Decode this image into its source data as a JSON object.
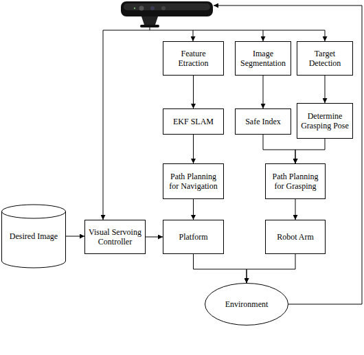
{
  "diagram": {
    "nodes": [
      {
        "text": [
          "Feature Etraction"
        ]
      },
      {
        "text": [
          "Image Segmentation"
        ]
      },
      {
        "text": [
          "Target Detection"
        ]
      },
      {
        "text": [
          "EKF SLAM"
        ]
      },
      {
        "text": [
          "Safe Index"
        ]
      },
      {
        "text": [
          "Determine Grasping Pose"
        ]
      },
      {
        "text": [
          "Path Planning for Navigation"
        ]
      },
      {
        "text": [
          "Path Planning for Grasping"
        ]
      },
      {
        "text": [
          "Desired Image"
        ]
      },
      {
        "text": [
          "Visual Servoing Controller"
        ]
      },
      {
        "text": [
          "Platform"
        ]
      },
      {
        "text": [
          "Robot Arm"
        ]
      },
      {
        "text": [
          "Environment"
        ]
      }
    ],
    "edges": [
      {
        "from": 0,
        "to": 3,
        "arrow": "to"
      },
      {
        "from": 3,
        "to": 6,
        "arrow": "to"
      },
      {
        "from": 6,
        "to": 10,
        "arrow": "to"
      },
      {
        "from": 1,
        "to": 4,
        "arrow": "to"
      },
      {
        "from": 2,
        "to": 5,
        "arrow": "to"
      },
      {
        "from": 4,
        "to": 7,
        "arrow": "to"
      },
      {
        "from": 5,
        "to": 7,
        "arrow": "to"
      },
      {
        "from": 7,
        "to": 11,
        "arrow": "to"
      },
      {
        "from": 8,
        "to": 9,
        "arrow": "to"
      },
      {
        "from": 9,
        "to": 10,
        "arrow": "to"
      },
      {
        "from": 10,
        "to": 12,
        "arrow": "to"
      },
      {
        "from": 11,
        "to": 12,
        "arrow": "to"
      }
    ]
  }
}
